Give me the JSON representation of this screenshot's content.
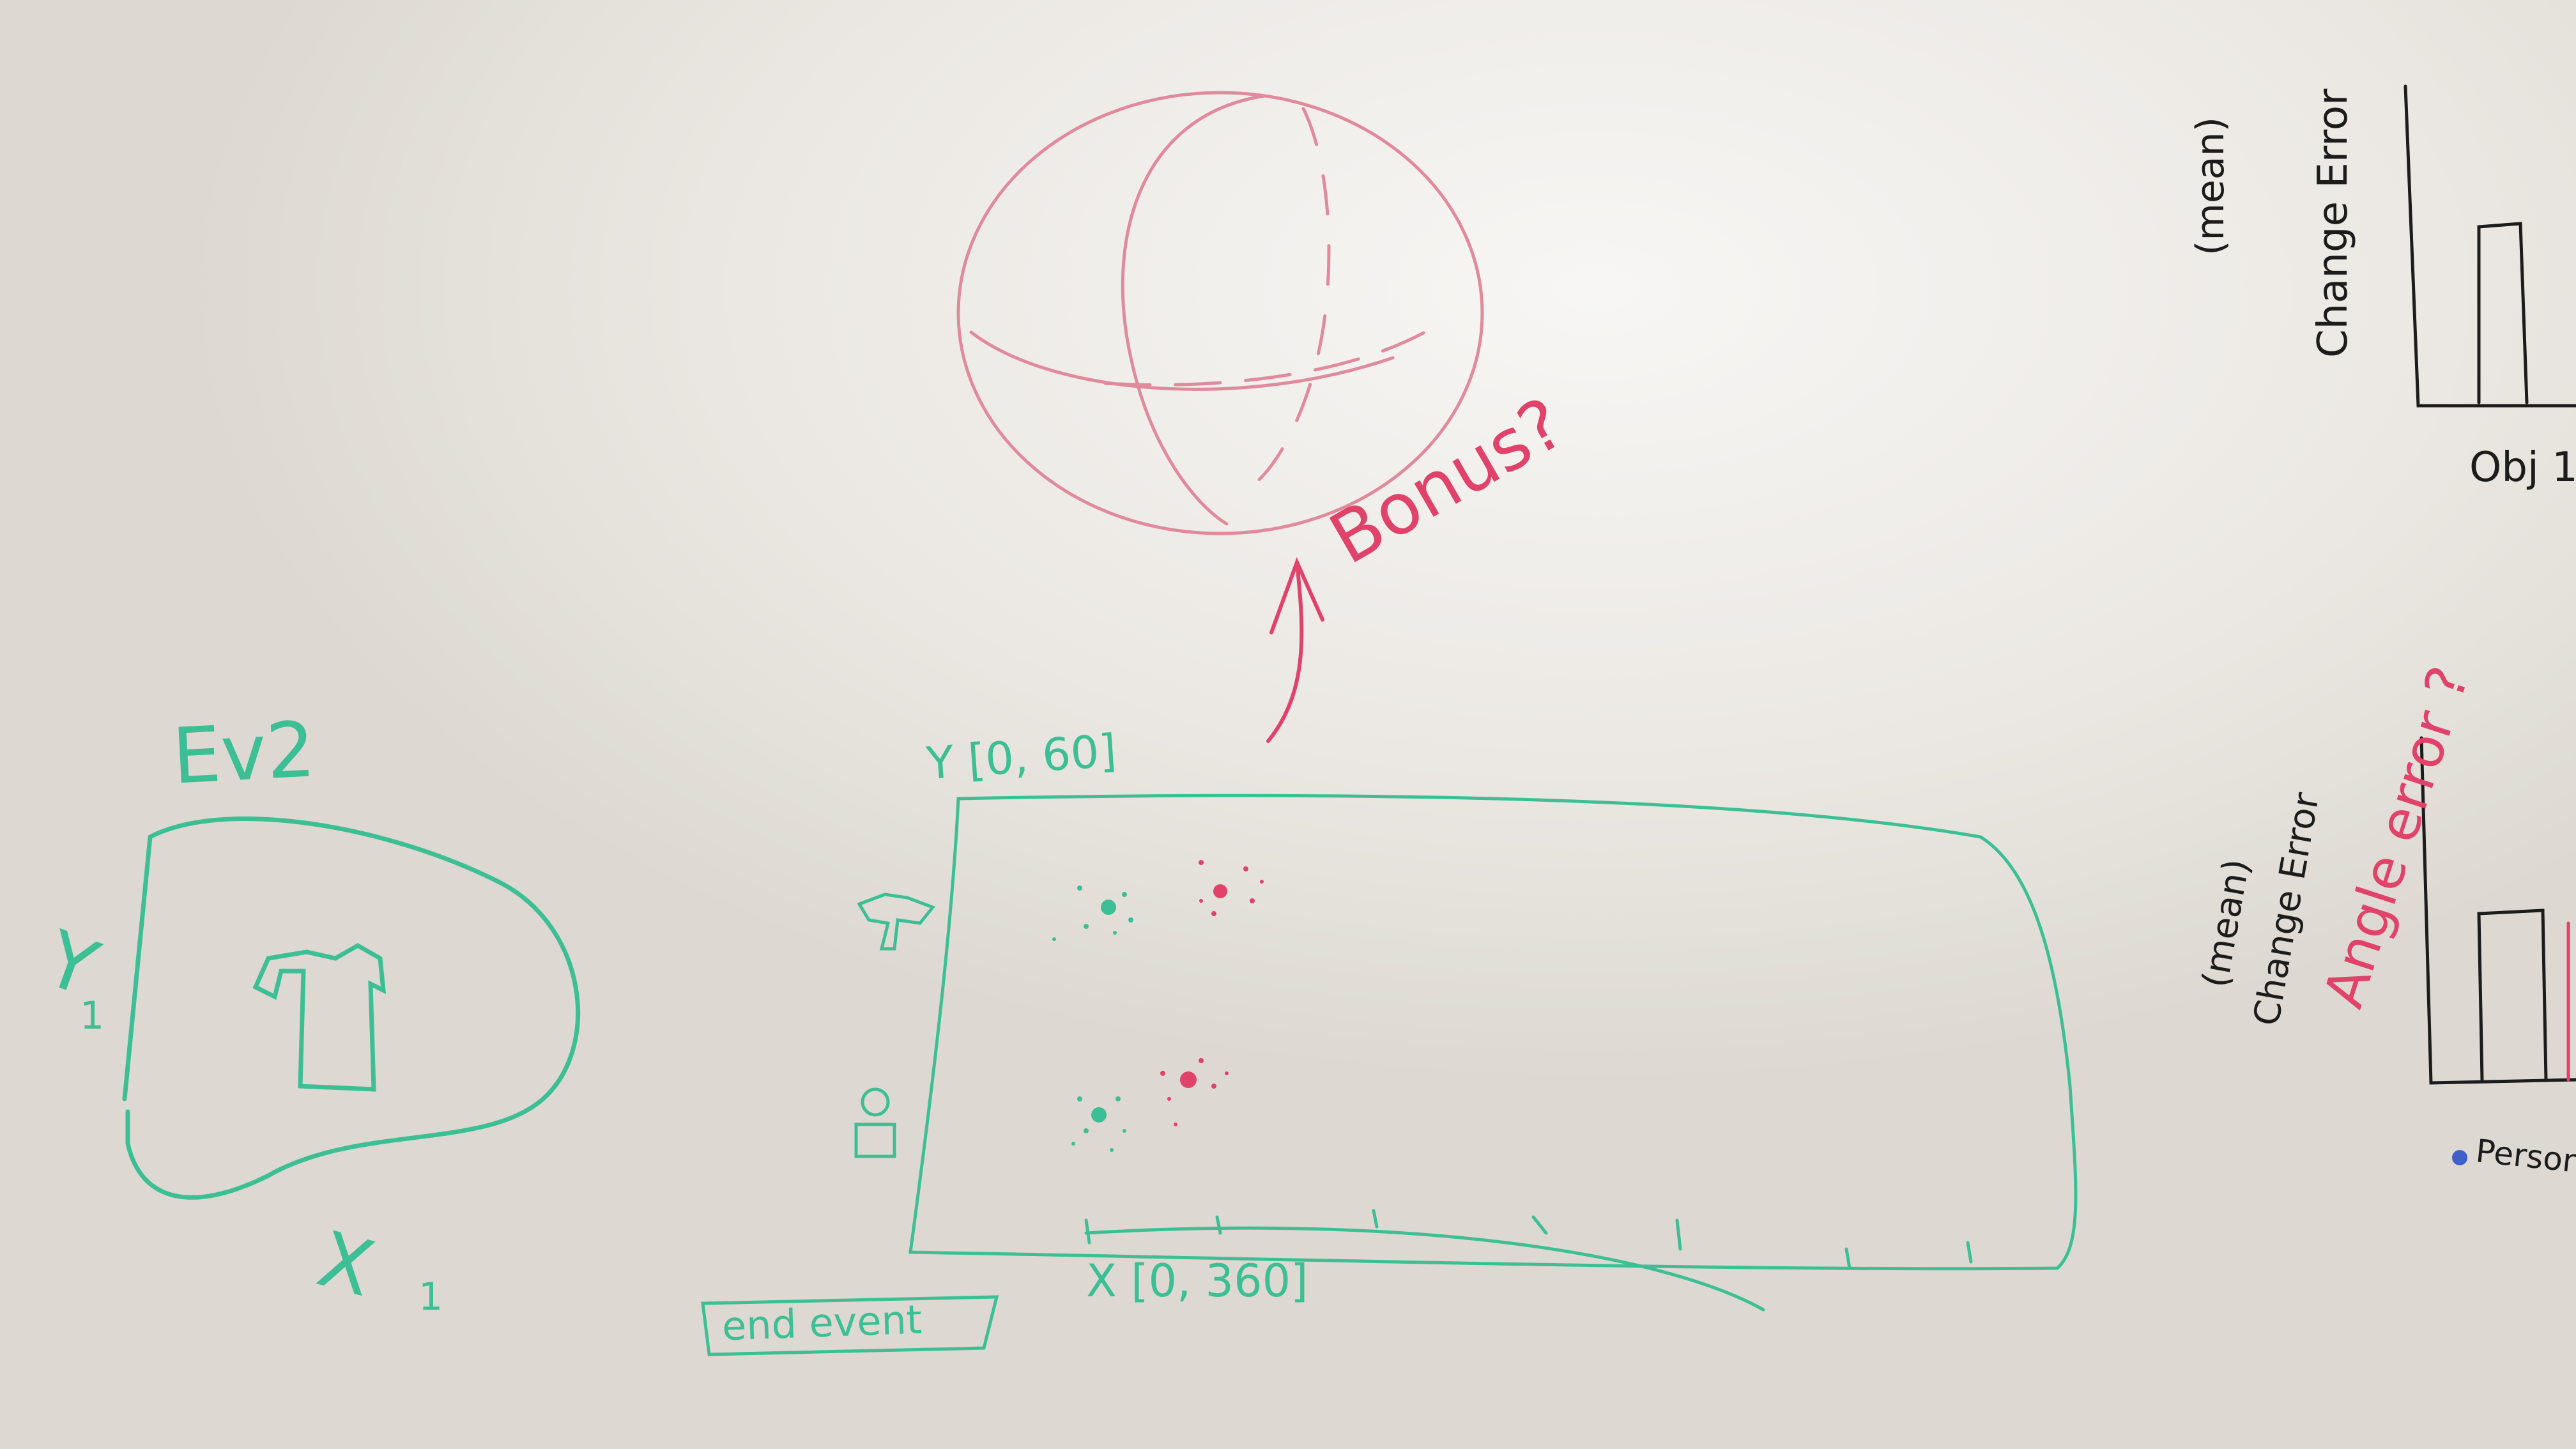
{
  "scene": {
    "surface": "whiteboard",
    "colors": {
      "board": "#e9e6e1",
      "green": "#3dbf96",
      "red": "#e0426a",
      "pink": "#e08a9c",
      "black": "#1c1c1c",
      "blue": "#3f5fc9"
    }
  },
  "left_sketch": {
    "title": "Ev2",
    "y_axis_label": "Y",
    "y_axis_sub": "1",
    "x_axis_label": "X",
    "x_axis_sub": "1",
    "icon": "shirt-icon"
  },
  "sphere": {
    "label": "Bonus?"
  },
  "center_chart": {
    "y_label": "Y [0, 60]",
    "x_label": "X [0, 360]",
    "end_label": "end event",
    "row_icons": [
      "shirt-icon",
      "person-icon"
    ]
  },
  "right_top": {
    "y_label_1": "(mean)",
    "y_label_2": "Change Error",
    "x_label": "Obj 1"
  },
  "right_bottom": {
    "y_label_1": "(mean)",
    "y_label_2": "Change Error",
    "annotation": "Angle error ?",
    "legend": "Person"
  }
}
